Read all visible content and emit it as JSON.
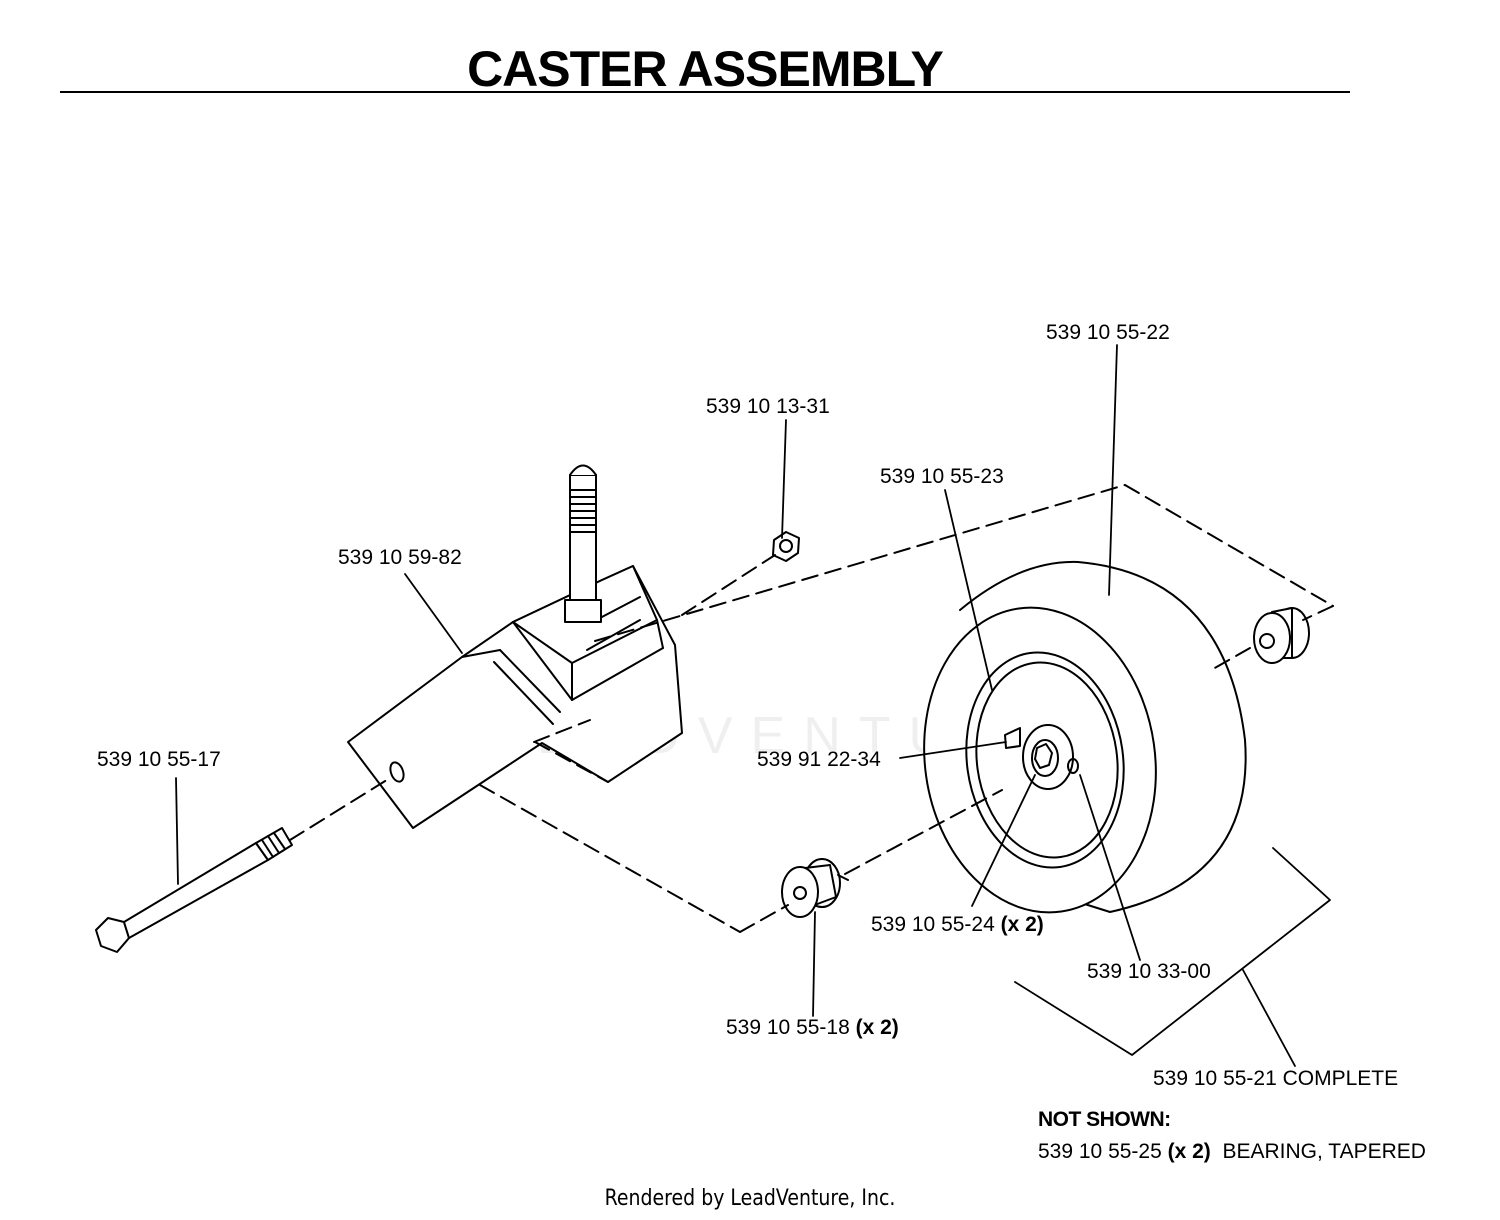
{
  "title": "CASTER ASSEMBLY",
  "callouts": {
    "p1": {
      "part": "539 10 55-22",
      "qty": ""
    },
    "p2": {
      "part": "539 10 13-31",
      "qty": ""
    },
    "p3": {
      "part": "539 10 55-23",
      "qty": ""
    },
    "p4": {
      "part": "539 10 59-82",
      "qty": ""
    },
    "p5": {
      "part": "539 10 55-17",
      "qty": ""
    },
    "p6": {
      "part": "539 91 22-34",
      "qty": ""
    },
    "p7": {
      "part": "539 10 55-24",
      "qty": "(x 2)"
    },
    "p8": {
      "part": "539 10 33-00",
      "qty": ""
    },
    "p9": {
      "part": "539 10 55-18",
      "qty": "(x 2)"
    },
    "p10": {
      "part": "539 10 55-21 COMPLETE",
      "qty": ""
    }
  },
  "not_shown": {
    "heading": "NOT SHOWN:",
    "part": "539 10 55-25",
    "qty": "(x 2)",
    "description": "BEARING, TAPERED"
  },
  "watermark": "LEADVENTURE",
  "footer": "Rendered by LeadVenture, Inc."
}
